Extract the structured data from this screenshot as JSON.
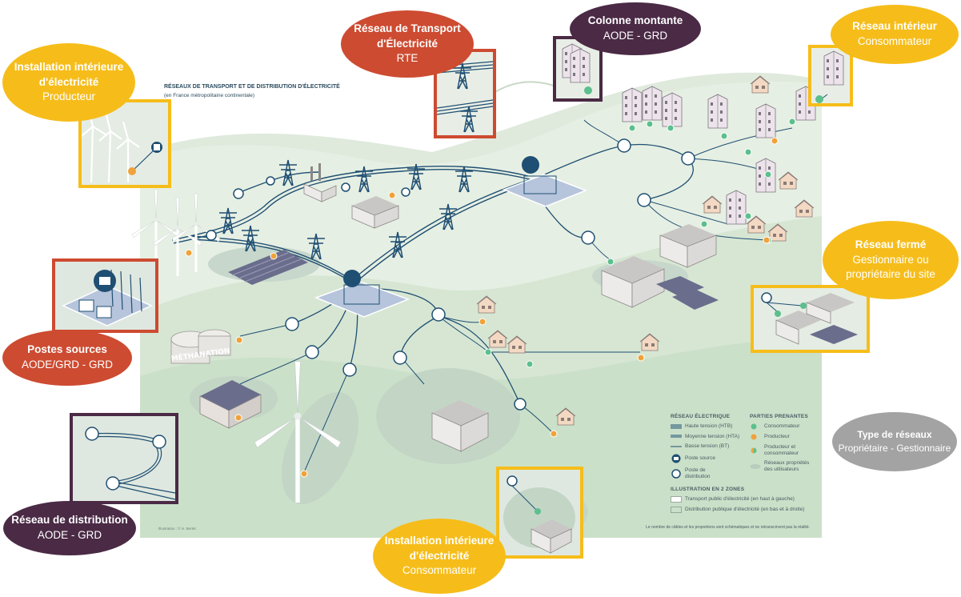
{
  "map": {
    "title": "RÉSEAUX DE TRANSPORT ET DE DISTRIBUTION D'ÉLECTRICITÉ",
    "subtitle": "(en France métropolitaine continentale)",
    "methanation_text": "MÉTHANATION",
    "credit": "Illustration : © H. Bertet",
    "footnote": "Le nombre de câbles et les proportions sont schématiques et ne retranscrivent pas la réalité."
  },
  "callouts": {
    "producer": {
      "title": "Installation intérieure d'électricité",
      "subtitle": "Producteur"
    },
    "transport": {
      "title": "Réseau de Transport d'Électricité",
      "subtitle": "RTE"
    },
    "riser": {
      "title": "Colonne montante",
      "subtitle": "AODE - GRD"
    },
    "interior": {
      "title": "Réseau intérieur",
      "subtitle": "Consommateur"
    },
    "closed": {
      "title": "Réseau fermé",
      "subtitle": "Gestionnaire ou propriétaire du site"
    },
    "source": {
      "title": "Postes sources",
      "subtitle": "AODE/GRD - GRD"
    },
    "distribution": {
      "title": "Réseau de distribution",
      "subtitle": "AODE - GRD"
    },
    "consumer": {
      "title": "Installation intérieure d'électricité",
      "subtitle": "Consommateur"
    },
    "types": {
      "title": "Type de réseaux",
      "subtitle": "Propriétaire - Gestionnaire"
    }
  },
  "legend": {
    "network_title": "RÉSEAU ÉLECTRIQUE",
    "hta_high": "Haute tension (HTB)",
    "hta_mid": "Moyenne tension (HTA)",
    "bt_low": "Basse tension (BT)",
    "poste_source": "Poste source",
    "poste_distribution": "Poste de distribution",
    "stakeholders_title": "PARTIES PRENANTES",
    "consumer": "Consommateur",
    "producer": "Producteur",
    "prod_consumer": "Producteur et consommateur",
    "user_networks": "Réseaux propriétés des utilisateurs",
    "zones_title": "ILLUSTRATION EN 2 ZONES",
    "zone_transport": "Transport public d'électricité (en haut à gauche)",
    "zone_distribution": "Distribution publique d'électricité (en bas et à droite)"
  },
  "colors": {
    "yellow": "#f6bd1a",
    "red": "#cd4b31",
    "purple": "#4a2a45",
    "grey": "#a3a3a3",
    "line": "#1f4f72",
    "green_dot": "#5cbf8d",
    "orange_dot": "#f0a23a",
    "map_bg": "#dfeadd"
  }
}
